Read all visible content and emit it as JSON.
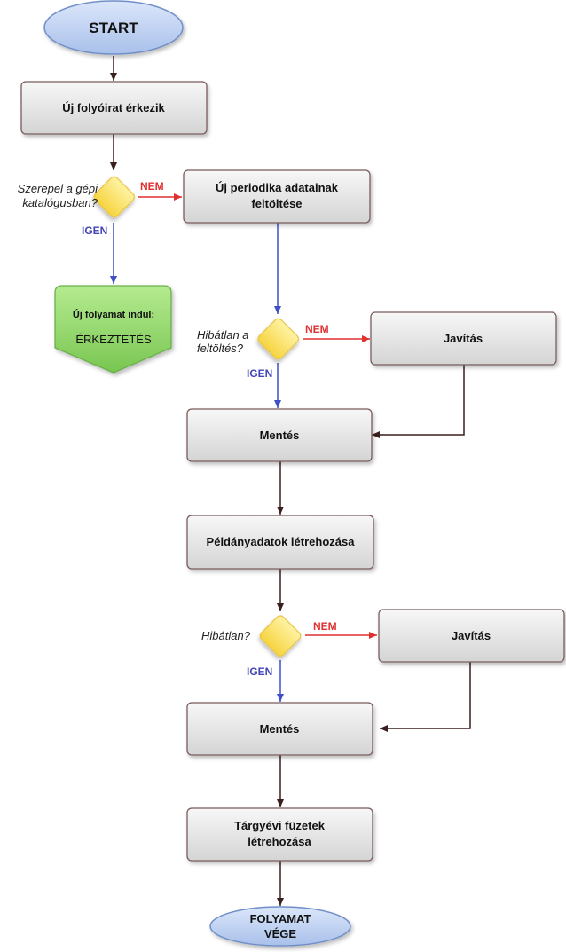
{
  "colors": {
    "start_fill": "#b9cdf0",
    "box_fill": "#e6e6e6",
    "decision_fill": "#fde36a",
    "green_fill": "#93d86c",
    "arrow_dark": "#3a1f1f",
    "arrow_blue": "#3f4fc8",
    "arrow_red": "#e03131"
  },
  "nodes": {
    "start": "START",
    "new_journal": "Új folyóirat érkezik",
    "q_in_catalog_1": "Szerepel a gépi",
    "q_in_catalog_2": "katalógusban?",
    "upload_1": "Új periodika adatainak",
    "upload_2": "feltöltése",
    "new_process_1": "Új folyamat indul:",
    "new_process_2": "ÉRKEZTETÉS",
    "q_upload_ok_1": "Hibátlan a",
    "q_upload_ok_2": "feltöltés?",
    "fix_1": "Javítás",
    "save_1": "Mentés",
    "item_data": "Példányadatok létrehozása",
    "q_ok": "Hibátlan?",
    "fix_2": "Javítás",
    "save_2": "Mentés",
    "issues_1": "Tárgyévi füzetek",
    "issues_2": "létrehozása",
    "end_1": "FOLYAMAT",
    "end_2": "VÉGE"
  },
  "edge_labels": {
    "no": "NEM",
    "yes": "IGEN"
  }
}
